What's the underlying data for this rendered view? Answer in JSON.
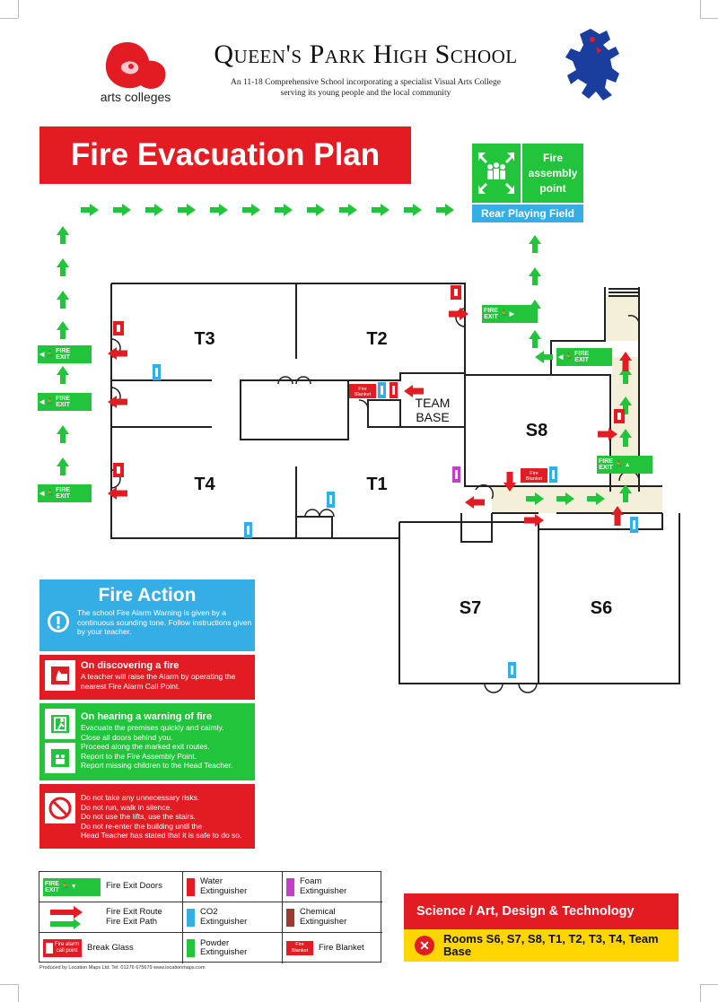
{
  "header": {
    "arts_logo_text": "arts colleges",
    "school_name": "Queen's Park High School",
    "subtitle_line1": "An 11-18 Comprehensive School incorporating a specialist Visual Arts College",
    "subtitle_line2": "serving its young people and the local community"
  },
  "title": "Fire Evacuation Plan",
  "assembly": {
    "label_line1": "Fire",
    "label_line2": "assembly",
    "label_line3": "point",
    "location": "Rear Playing Field"
  },
  "rooms": {
    "t1": "T1",
    "t2": "T2",
    "t3": "T3",
    "t4": "T4",
    "s6": "S6",
    "s7": "S7",
    "s8": "S8",
    "team_base_line1": "TEAM",
    "team_base_line2": "BASE"
  },
  "signs": {
    "fire_exit_line1": "FIRE",
    "fire_exit_line2": "EXIT",
    "fire_blanket_line1": "Fire",
    "fire_blanket_line2": "Blanket"
  },
  "fire_action": {
    "heading": "Fire Action",
    "intro": "The school Fire Alarm Warning is given by a continuous sounding tone. Follow instructions given by your teacher.",
    "discover_title": "On discovering a fire",
    "discover_text": "A teacher will raise the Alarm by operating the nearest Fire Alarm Call Point.",
    "hearing_title": "On hearing a warning of fire",
    "hearing_lines": [
      "Evacuate the premises quickly and calmly.",
      "Close all doors behind you.",
      "Proceed along the marked exit routes.",
      "Report to the Fire Assembly Point.",
      "Report missing children to the Head Teacher."
    ],
    "donot_lines": [
      "Do not take any unnecessary risks.",
      "Do not run, walk in silence.",
      "Do not use the lifts, use the stairs.",
      "Do not re-enter the building until the",
      "Head Teacher has stated that it is safe to do so."
    ]
  },
  "legend": {
    "fire_exit_doors": "Fire Exit Doors",
    "fire_exit_route": "Fire Exit Route\nFire Exit Path",
    "break_glass": "Break Glass",
    "break_glass_sign_line1": "Fire alarm",
    "break_glass_sign_line2": "call point",
    "water": "Water\nExtinguisher",
    "co2": "CO2\nExtinguisher",
    "powder": "Powder\nExtinguisher",
    "foam": "Foam\nExtinguisher",
    "chemical": "Chemical\nExtinguisher",
    "fire_blanket": "Fire Blanket"
  },
  "producer": "Produced by Location Maps Ltd. Tel: 01276 675679 www.locationmaps.com",
  "science": {
    "heading": "Science / Art, Design & Technology",
    "rooms": "Rooms S6, S7, S8, T1, T2, T3, T4, Team Base"
  },
  "colors": {
    "red": "#e31b23",
    "green": "#21c43a",
    "blue": "#35aee6",
    "yellow": "#ffd600",
    "corridor": "#f3efd9",
    "navy": "#1a3e9e"
  }
}
